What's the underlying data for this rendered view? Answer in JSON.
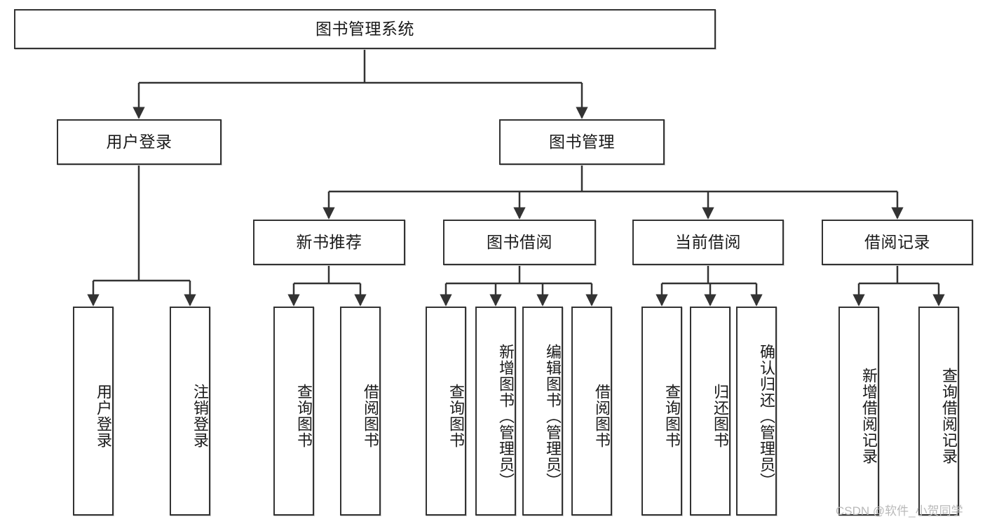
{
  "diagram": {
    "type": "tree-hierarchy",
    "title": "图书管理系统",
    "orientation": "top-down",
    "colors": {
      "box_border": "#333333",
      "box_fill": "#ffffff",
      "edge": "#333333",
      "text": "#1a1a1a",
      "watermark": "#b9b9b9"
    },
    "levels": [
      {
        "level": 1,
        "nodes": [
          {
            "id": "root",
            "label": "图书管理系统",
            "text_orientation": "horizontal"
          }
        ]
      },
      {
        "level": 2,
        "nodes": [
          {
            "id": "login",
            "label": "用户登录",
            "parent": "root",
            "text_orientation": "horizontal"
          },
          {
            "id": "bookmgmt",
            "label": "图书管理",
            "parent": "root",
            "text_orientation": "horizontal"
          }
        ]
      },
      {
        "level": 3,
        "nodes": [
          {
            "id": "newbook",
            "label": "新书推荐",
            "parent": "bookmgmt",
            "text_orientation": "horizontal"
          },
          {
            "id": "borrow",
            "label": "图书借阅",
            "parent": "bookmgmt",
            "text_orientation": "horizontal"
          },
          {
            "id": "current",
            "label": "当前借阅",
            "parent": "bookmgmt",
            "text_orientation": "horizontal"
          },
          {
            "id": "records",
            "label": "借阅记录",
            "parent": "bookmgmt",
            "text_orientation": "horizontal"
          }
        ]
      },
      {
        "level": 4,
        "nodes": [
          {
            "id": "leaf-user-login",
            "label": "用户登录",
            "parent": "login",
            "text_orientation": "vertical"
          },
          {
            "id": "leaf-user-logout",
            "label": "注销登录",
            "parent": "login",
            "text_orientation": "vertical"
          },
          {
            "id": "leaf-query-book-new",
            "label": "查询图书",
            "parent": "newbook",
            "text_orientation": "vertical"
          },
          {
            "id": "leaf-borrow-book-new",
            "label": "借阅图书",
            "parent": "newbook",
            "text_orientation": "vertical"
          },
          {
            "id": "leaf-query-book-borrow",
            "label": "查询图书",
            "parent": "borrow",
            "text_orientation": "vertical"
          },
          {
            "id": "leaf-add-book",
            "label": "新增图书（管理员）",
            "parent": "borrow",
            "text_orientation": "vertical"
          },
          {
            "id": "leaf-edit-book",
            "label": "编辑图书（管理员）",
            "parent": "borrow",
            "text_orientation": "vertical"
          },
          {
            "id": "leaf-borrow-book",
            "label": "借阅图书",
            "parent": "borrow",
            "text_orientation": "vertical"
          },
          {
            "id": "leaf-query-book-current",
            "label": "查询图书",
            "parent": "current",
            "text_orientation": "vertical"
          },
          {
            "id": "leaf-return-book",
            "label": "归还图书",
            "parent": "current",
            "text_orientation": "vertical"
          },
          {
            "id": "leaf-confirm-return",
            "label": "确认归还（管理员）",
            "parent": "current",
            "text_orientation": "vertical"
          },
          {
            "id": "leaf-add-record",
            "label": "新增借阅记录",
            "parent": "records",
            "text_orientation": "vertical"
          },
          {
            "id": "leaf-query-record",
            "label": "查询借阅记录",
            "parent": "records",
            "text_orientation": "vertical"
          }
        ]
      }
    ],
    "watermark": "CSDN @软件_小贺同学"
  }
}
